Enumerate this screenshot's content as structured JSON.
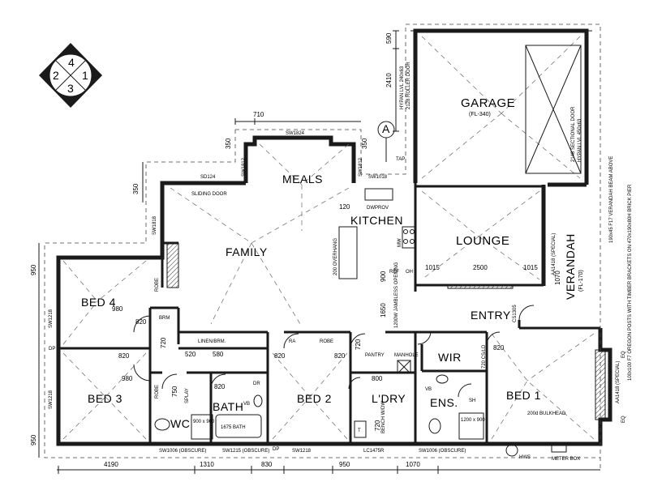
{
  "compass": {
    "n1": "1",
    "n2": "2",
    "n3": "3",
    "n4": "4"
  },
  "section_marker": "A",
  "rooms": {
    "garage": "GARAGE",
    "garage_sub": "(FL-340)",
    "meals": "MEALS",
    "kitchen": "KITCHEN",
    "family": "FAMILY",
    "lounge": "LOUNGE",
    "bed4": "BED 4",
    "bed3": "BED 3",
    "bed2": "BED 2",
    "bed1": "BED 1",
    "bath": "BATH",
    "wc": "WC",
    "ldry": "L'DRY",
    "ens": "ENS.",
    "wir": "WIR",
    "entry": "ENTRY",
    "verandah": "VERANDAH",
    "verandah_sub": "(FL-170)"
  },
  "labels": {
    "robe": "ROBE",
    "brm": "BRM",
    "linen": "LINEN/BRM.",
    "ra": "RA",
    "pantry": "PANTRY",
    "manhole": "MANHOLE",
    "dr": "DR",
    "vb": "VB",
    "sh": "SH",
    "splay": "SPLAY",
    "sliding_door": "SLIDING DOOR",
    "overhang": "200 OVERHANG",
    "bulkhead": "200d BULKHEAD",
    "bath_size": "1675 BATH",
    "shower_900": "900 x 900",
    "shower_1200": "1200 x 900",
    "roller_door": "2128 ROLLER DOOR",
    "hypan_240": "HYPAN LVL 240x63",
    "sectional_door": "2148 SECTIONAL DOOR",
    "hypan_450": "HYPAN LVL 450x63",
    "verandah_beam": "190x45 F17 VERANDAH BEAM ABOVE",
    "posts": "100x100 F7 OREGON POSTS WITH TIMBER BRACKETS ON 470x190x80H BRICK PIER",
    "opening": "1200W JAMBLESS OPENING",
    "cs": "CS1305",
    "aa_left": "AA1418 (SPECIAL)",
    "aa_right": "AA1418 (SPECIAL)",
    "sw1824": "SW1824",
    "sw1812_a": "SW1812",
    "sw1812_b": "SW1812",
    "sw1018": "SW1018",
    "sd124": "SD124",
    "sw1818": "SW1818",
    "sw1218_a": "SW1218",
    "sw1218_b": "SW1218",
    "sw1006_a": "SW1006 (OBSCURE)",
    "sw1215": "SW1215 (OBSCURE)",
    "sw1218_c": "SW1218",
    "lc1475r": "LC1475R",
    "sw1006_b": "SW1006 (OBSCURE)",
    "tap": "TAP",
    "dp": "DP",
    "eq": "EQ",
    "meter": "METER BOX",
    "hws": "HWS",
    "dw": "DW",
    "prov": "PROV",
    "oh": "OH",
    "ref": "REF",
    "mw": "MW",
    "bench": "BENCH W/DW",
    "t": "T",
    "cs_lb": "720 CS/LD"
  },
  "dims": {
    "d590": "590",
    "d2410": "2410",
    "d710": "710",
    "d350a": "350",
    "d350b": "350",
    "d350c": "350",
    "d950a": "950",
    "d950b": "950",
    "d900": "900",
    "d1650": "1650",
    "d1015a": "1015",
    "d2500": "2500",
    "d1015b": "1015",
    "d1070": "1070",
    "d120": "120",
    "d980a": "980",
    "d980b": "980",
    "d820a": "820",
    "d820b": "820",
    "d820c": "820",
    "d820d": "820",
    "d820e": "820",
    "d820f": "820",
    "d720a": "720",
    "d720b": "720",
    "d720c": "720",
    "d750": "750",
    "d800": "800",
    "d520": "520",
    "d580": "580",
    "b4190": "4190",
    "b1310": "1310",
    "b830": "830",
    "b950": "950",
    "b1070": "1070"
  }
}
